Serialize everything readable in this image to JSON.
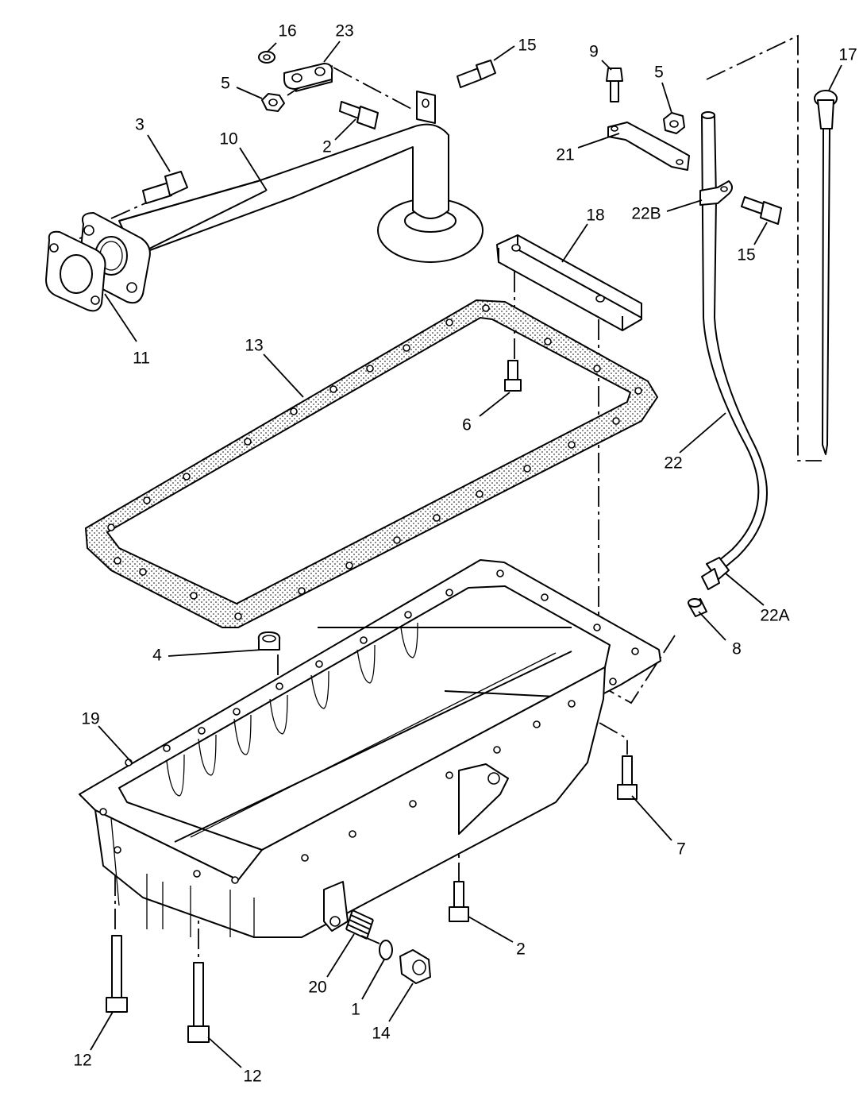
{
  "callouts": [
    {
      "id": "c16",
      "label": "16"
    },
    {
      "id": "c23",
      "label": "23"
    },
    {
      "id": "c15a",
      "label": "15"
    },
    {
      "id": "c5a",
      "label": "5"
    },
    {
      "id": "c3",
      "label": "3"
    },
    {
      "id": "c10",
      "label": "10"
    },
    {
      "id": "c2a",
      "label": "2"
    },
    {
      "id": "c11",
      "label": "11"
    },
    {
      "id": "c9",
      "label": "9"
    },
    {
      "id": "c5b",
      "label": "5"
    },
    {
      "id": "c17",
      "label": "17"
    },
    {
      "id": "c21",
      "label": "21"
    },
    {
      "id": "c22b",
      "label": "22B"
    },
    {
      "id": "c15b",
      "label": "15"
    },
    {
      "id": "c18",
      "label": "18"
    },
    {
      "id": "c13",
      "label": "13"
    },
    {
      "id": "c6",
      "label": "6"
    },
    {
      "id": "c22",
      "label": "22"
    },
    {
      "id": "c22a",
      "label": "22A"
    },
    {
      "id": "c8",
      "label": "8"
    },
    {
      "id": "c4",
      "label": "4"
    },
    {
      "id": "c19",
      "label": "19"
    },
    {
      "id": "c7",
      "label": "7"
    },
    {
      "id": "c2b",
      "label": "2"
    },
    {
      "id": "c20",
      "label": "20"
    },
    {
      "id": "c1",
      "label": "1"
    },
    {
      "id": "c14",
      "label": "14"
    },
    {
      "id": "c12a",
      "label": "12"
    },
    {
      "id": "c12b",
      "label": "12"
    }
  ],
  "colors": {
    "line": "#000000",
    "background": "#ffffff"
  }
}
